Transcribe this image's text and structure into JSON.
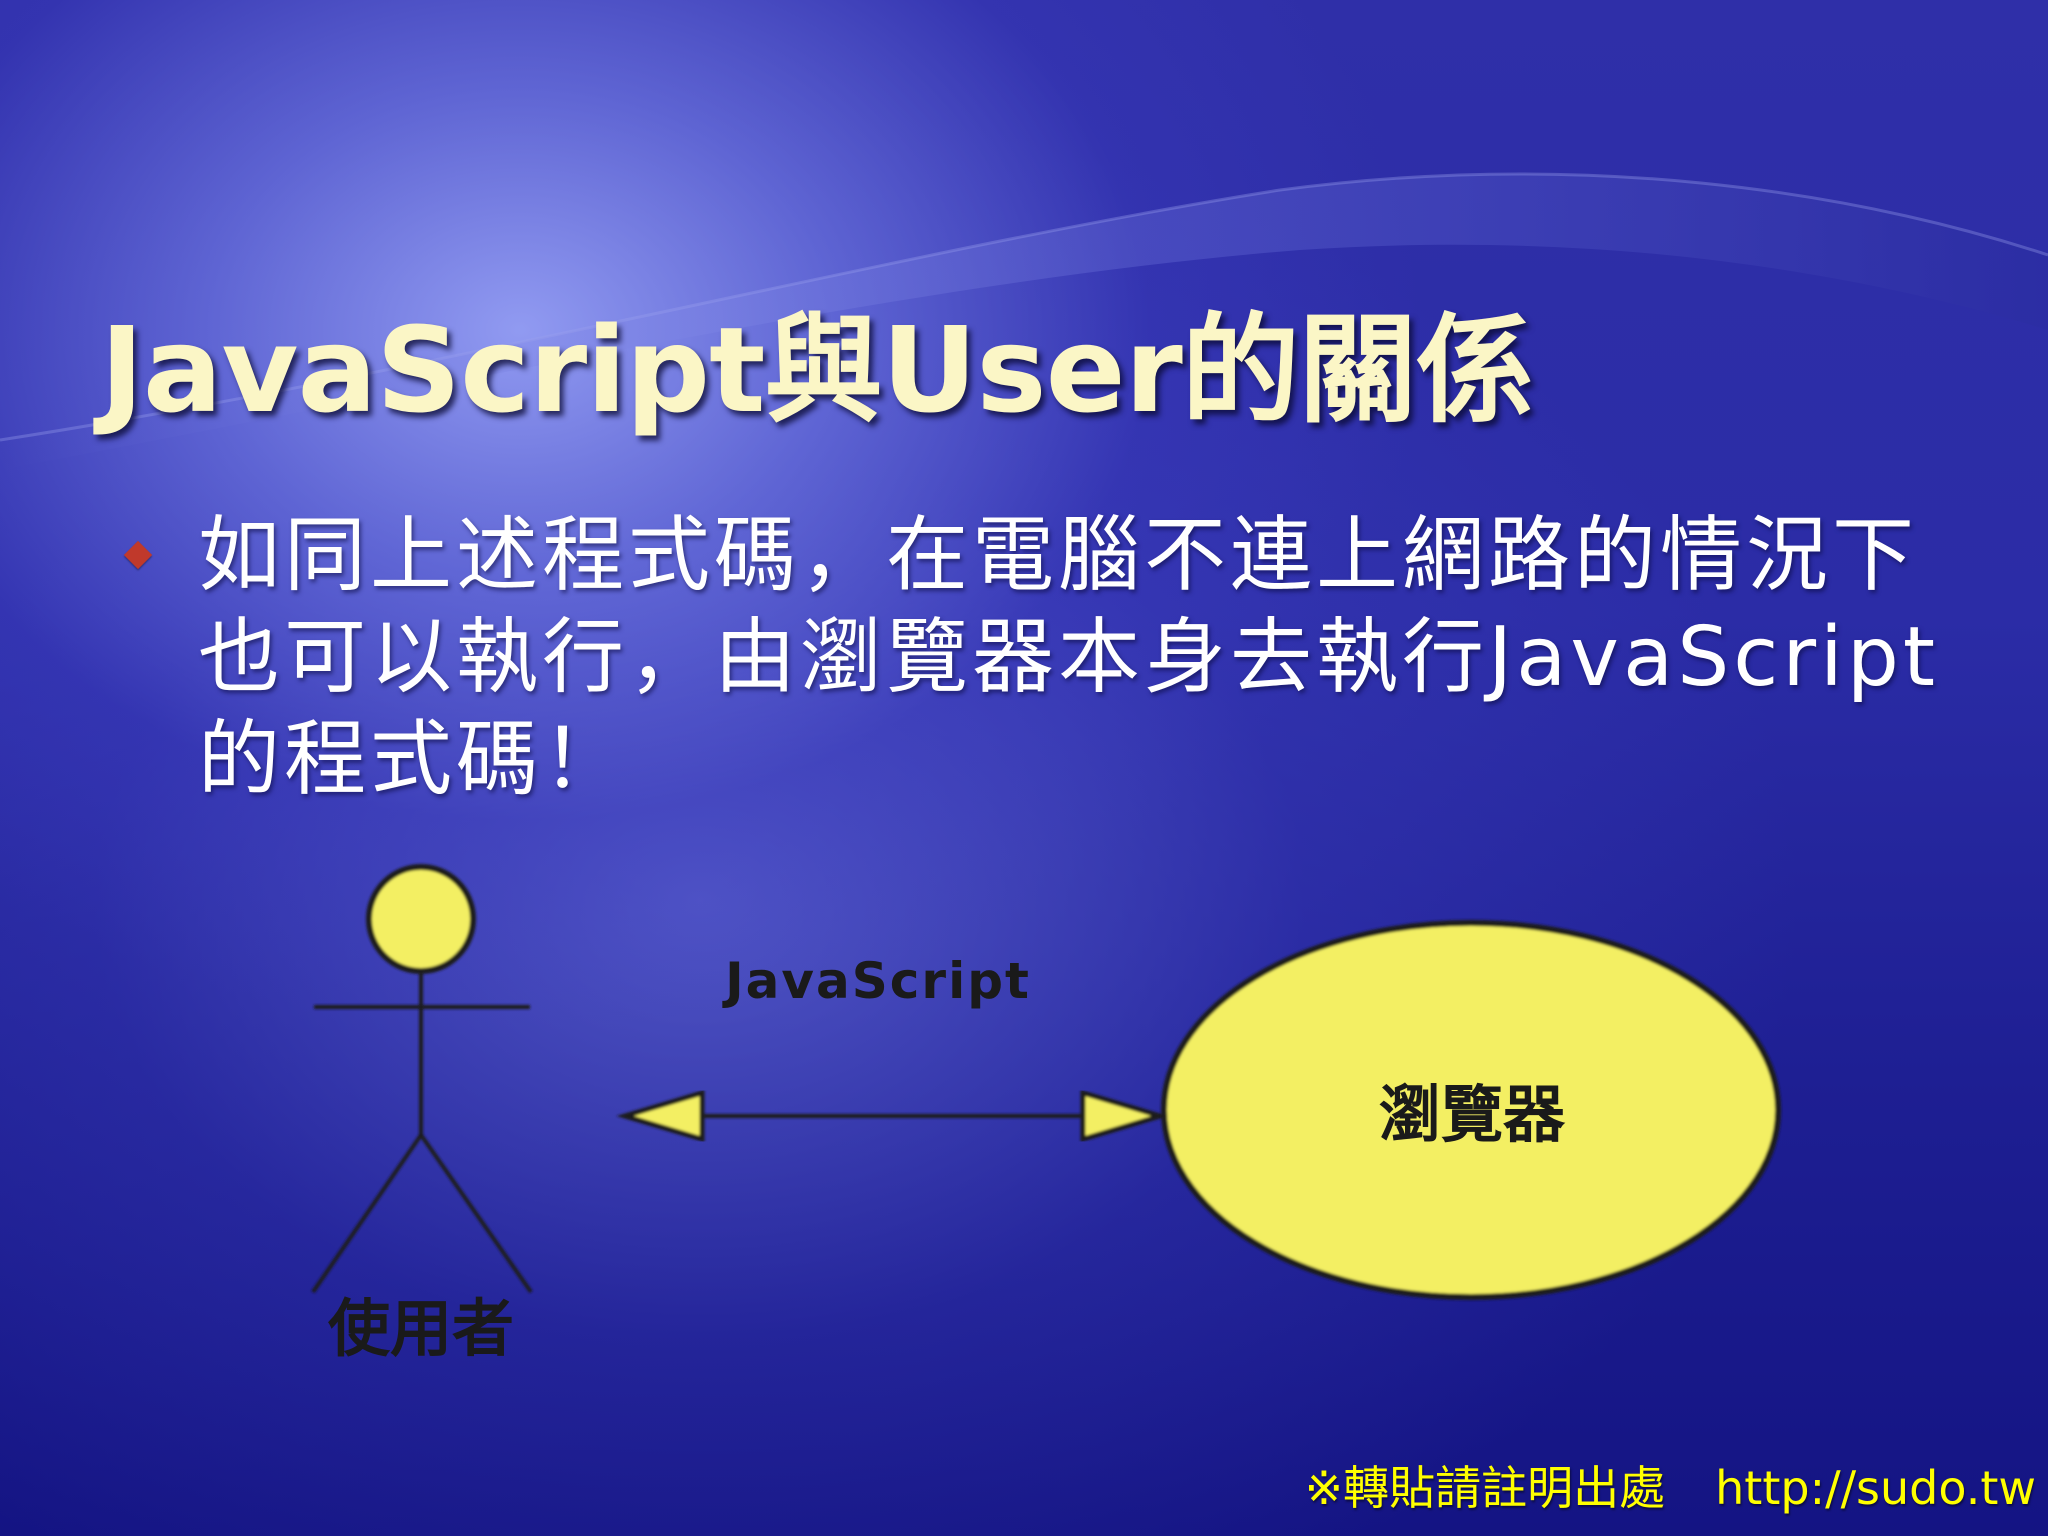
{
  "slide": {
    "title": "JavaScript與User的關係",
    "bullet": "如同上述程式碼，在電腦不連上網路的情況下也可以執行，由瀏覽器本身去執行JavaScript的程式碼！"
  },
  "diagram": {
    "actor_label": "使用者",
    "arrow_label": "JavaScript",
    "usecase_label": "瀏覽器",
    "colors": {
      "fill": "#f3ef63",
      "stroke": "#1a1a1a"
    }
  },
  "footer": {
    "notice": "※轉貼請註明出處",
    "url": "http://sudo.tw"
  },
  "colors": {
    "title": "#fbf6c6",
    "bullet_marker": "#c0392b",
    "footer": "#ffff00"
  }
}
